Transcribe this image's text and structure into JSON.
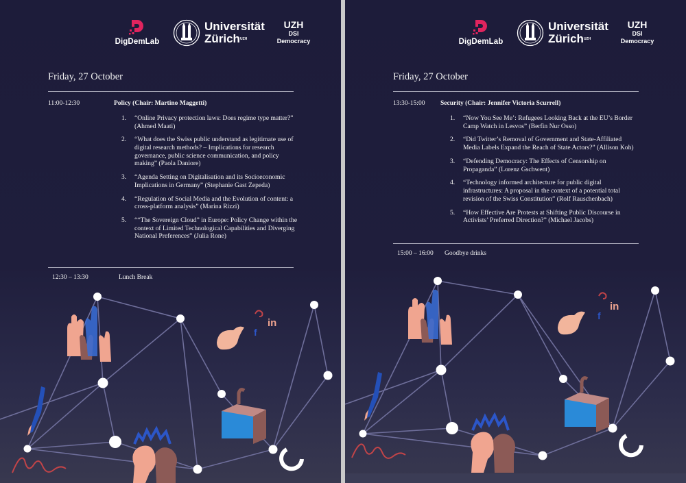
{
  "logos": {
    "digdemlab": "DigDemLab",
    "uni_line1": "Universität",
    "uni_line2": "Zürich",
    "uni_sup": "UZH",
    "uzh": "UZH",
    "dsi": "DSI",
    "democracy": "Democracy"
  },
  "left": {
    "date": "Friday, 27 October",
    "session_time": "11:00-12:30",
    "session_title": "Policy (Chair: Martino Maggetti)",
    "talks": [
      {
        "num": "1.",
        "text": "“Online Privacy protection laws: Does regime type matter?” (Ahmed Maati)"
      },
      {
        "num": "2.",
        "text": "“What does the Swiss public understand as legitimate use of digital research methods? – Implications for research governance, public science communication, and policy making” (Paola Daniore)"
      },
      {
        "num": "3.",
        "text": "“Agenda Setting on Digitalisation and its Socioeconomic Implications in Germany” (Stephanie Gast Zepeda)"
      },
      {
        "num": "4.",
        "text": "“Regulation of Social Media and the Evolution of content: a cross-platform analysis” (Marina Rizzi)"
      },
      {
        "num": "5.",
        "text": "““The Sovereign Cloud” in Europe: Policy Change within the context of Limited Technological Capabilities and Diverging National Preferences” (Julia Rone)"
      }
    ],
    "break_time": "12:30 – 13:30",
    "break_label": "Lunch Break"
  },
  "right": {
    "date": "Friday, 27 October",
    "session_time": "13:30-15:00",
    "session_title": "Security (Chair: Jennifer Victoria Scurrell)",
    "talks": [
      {
        "num": "1.",
        "text": "“Now You See Me’: Refugees Looking Back at the EU’s Border Camp Watch in Lesvos” (Berfin Nur Osso)"
      },
      {
        "num": "2.",
        "text": "“Did Twitter’s Removal of Government and State-Affiliated Media Labels Expand the Reach of State Actors?” (Allison Koh)"
      },
      {
        "num": "3.",
        "text": "“Defending Democracy: The Effects of Censorship on Propaganda” (Lorenz Gschwent)"
      },
      {
        "num": "4.",
        "text": "“Technology informed architecture for public digital infrastructures: A proposal in the context of a potential total revision of the Swiss Constitution” (Rolf Rauschenbach)"
      },
      {
        "num": "5.",
        "text": "“How Effective Are Protests at Shifting Public Discourse in Activists’ Preferred Direction?” (Michael Jacobs)"
      }
    ],
    "break_time": "15:00 – 16:00",
    "break_label": "Goodbye drinks"
  },
  "icons": {
    "linkedin": "in",
    "facebook": "f",
    "colors": {
      "digdem_accent": "#e0245e",
      "network_line": "#6e6e9a",
      "node": "#ffffff",
      "skin": "#f0a590",
      "skin_dark": "#8c5a56",
      "ink_blue": "#2450b8",
      "crown_blue": "#2c56c8",
      "bird_skin": "#f2b59c",
      "red_scribble": "#c24448"
    }
  }
}
